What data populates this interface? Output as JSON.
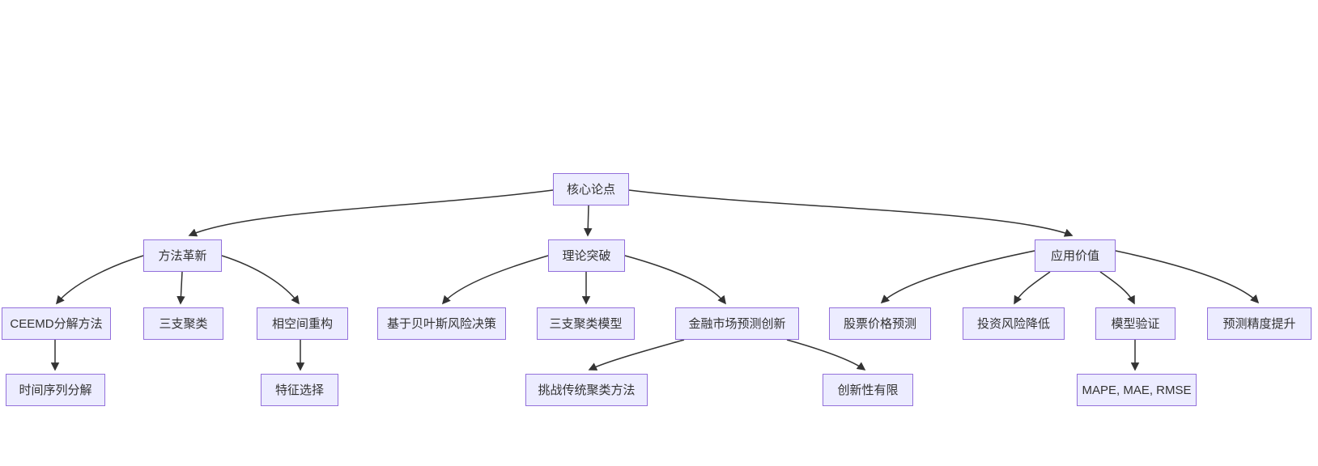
{
  "diagram": {
    "type": "flowchart-tree",
    "background": "#ffffff",
    "colors": {
      "node_fill": "#ECECFF",
      "node_border": "#9370DB",
      "edge_stroke": "#333333",
      "text": "#333333"
    },
    "nodes": {
      "core": {
        "label": "核心论点"
      },
      "method": {
        "label": "方法革新"
      },
      "theory": {
        "label": "理论突破"
      },
      "application": {
        "label": "应用价值"
      },
      "ceemd": {
        "label": "CEEMD分解方法"
      },
      "threeway": {
        "label": "三支聚类"
      },
      "phasespace": {
        "label": "相空间重构"
      },
      "bayes": {
        "label": "基于贝叶斯风险决策"
      },
      "twcmodel": {
        "label": "三支聚类模型"
      },
      "finance": {
        "label": "金融市场预测创新"
      },
      "stock": {
        "label": "股票价格预测"
      },
      "risk": {
        "label": "投资风险降低"
      },
      "validation": {
        "label": "模型验证"
      },
      "precision": {
        "label": "预测精度提升"
      },
      "tsdecomp": {
        "label": "时间序列分解"
      },
      "feature": {
        "label": "特征选择"
      },
      "challenge": {
        "label": "挑战传统聚类方法"
      },
      "limited": {
        "label": "创新性有限"
      },
      "mape": {
        "label": "MAPE, MAE, RMSE"
      }
    },
    "edges": [
      {
        "from": "core",
        "to": "method"
      },
      {
        "from": "core",
        "to": "theory"
      },
      {
        "from": "core",
        "to": "application"
      },
      {
        "from": "method",
        "to": "ceemd"
      },
      {
        "from": "method",
        "to": "threeway"
      },
      {
        "from": "method",
        "to": "phasespace"
      },
      {
        "from": "theory",
        "to": "bayes"
      },
      {
        "from": "theory",
        "to": "twcmodel"
      },
      {
        "from": "theory",
        "to": "finance"
      },
      {
        "from": "application",
        "to": "stock"
      },
      {
        "from": "application",
        "to": "risk"
      },
      {
        "from": "application",
        "to": "validation"
      },
      {
        "from": "application",
        "to": "precision"
      },
      {
        "from": "ceemd",
        "to": "tsdecomp"
      },
      {
        "from": "phasespace",
        "to": "feature"
      },
      {
        "from": "finance",
        "to": "challenge"
      },
      {
        "from": "finance",
        "to": "limited"
      },
      {
        "from": "validation",
        "to": "mape"
      }
    ]
  }
}
